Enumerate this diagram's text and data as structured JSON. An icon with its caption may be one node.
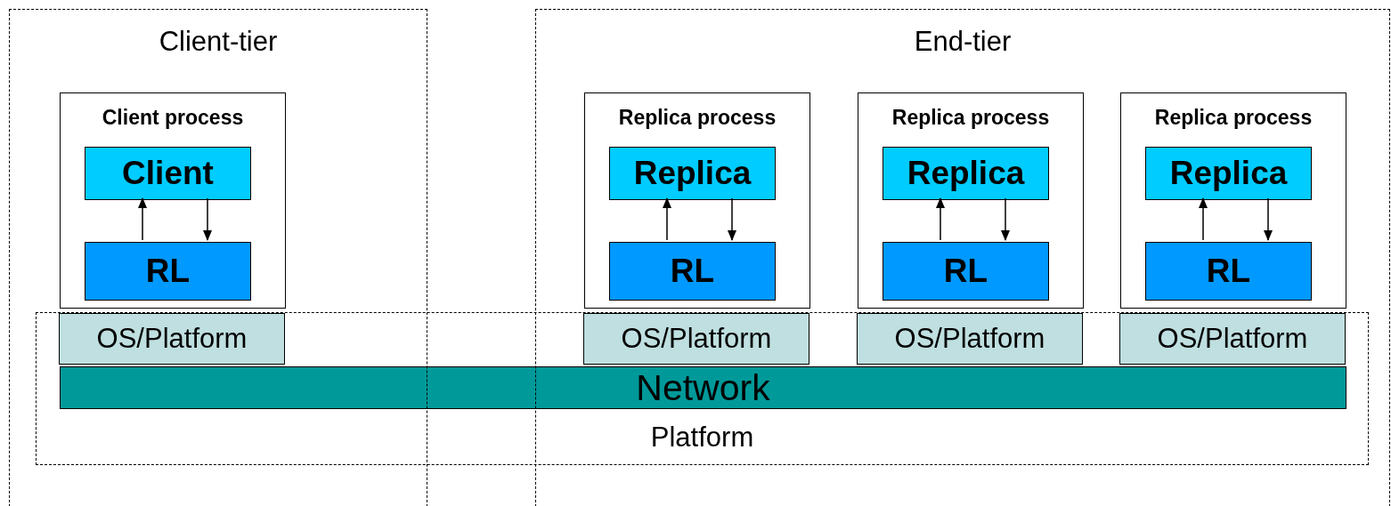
{
  "diagram": {
    "nodes": [
      {
        "text": [
          "Client-tier"
        ]
      },
      {
        "text": [
          "Client process"
        ],
        "in": 0
      },
      {
        "text": [
          "Client"
        ],
        "in": 1
      },
      {
        "text": [
          "RL"
        ],
        "in": 1
      },
      {
        "text": [
          "End-tier"
        ]
      },
      {
        "text": [
          "Replica process"
        ],
        "in": 4
      },
      {
        "text": [
          "Replica"
        ],
        "in": 5
      },
      {
        "text": [
          "RL"
        ],
        "in": 5
      },
      {
        "text": [
          "Replica process"
        ],
        "in": 4
      },
      {
        "text": [
          "Replica"
        ],
        "in": 8
      },
      {
        "text": [
          "RL"
        ],
        "in": 8
      },
      {
        "text": [
          "Replica process"
        ],
        "in": 4
      },
      {
        "text": [
          "Replica"
        ],
        "in": 11
      },
      {
        "text": [
          "RL"
        ],
        "in": 11
      },
      {
        "text": [
          "Platform"
        ]
      },
      {
        "text": [
          "OS/Platform"
        ]
      },
      {
        "text": [
          "OS/Platform"
        ]
      },
      {
        "text": [
          "OS/Platform"
        ]
      },
      {
        "text": [
          "OS/Platform"
        ]
      },
      {
        "text": [
          "Network"
        ],
        "in": 14
      }
    ],
    "edges": [
      {
        "from": 3,
        "to": 2,
        "arrow": "to"
      },
      {
        "from": 2,
        "to": 3,
        "arrow": "to"
      },
      {
        "from": 7,
        "to": 6,
        "arrow": "to"
      },
      {
        "from": 6,
        "to": 7,
        "arrow": "to"
      },
      {
        "from": 10,
        "to": 9,
        "arrow": "to"
      },
      {
        "from": 9,
        "to": 10,
        "arrow": "to"
      },
      {
        "from": 13,
        "to": 12,
        "arrow": "to"
      },
      {
        "from": 12,
        "to": 13,
        "arrow": "to"
      }
    ]
  }
}
